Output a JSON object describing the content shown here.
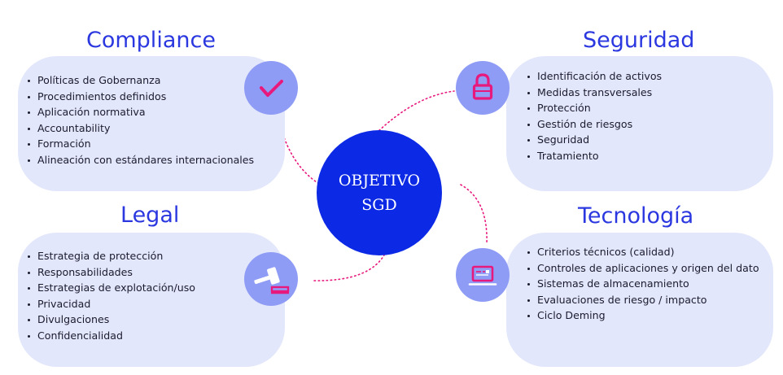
{
  "center": {
    "line1": "OBJETIVO",
    "line2": "SGD"
  },
  "colors": {
    "title": "#2b38e0",
    "panel": "#e3e7fb",
    "badge": "#8f9cf6",
    "icon_accent": "#e8197d",
    "center": "#0c29e6",
    "connector": "#e8197d"
  },
  "sections": {
    "compliance": {
      "title": "Compliance",
      "icon": "checkmark-icon",
      "items": [
        "Políticas de Gobernanza",
        "Procedimientos definidos",
        "Aplicación normativa",
        "Accountability",
        "Formación",
        "Alineación con estándares internacionales"
      ]
    },
    "seguridad": {
      "title": "Seguridad",
      "icon": "padlock-icon",
      "items": [
        "Identificación de activos",
        "Medidas transversales",
        "Protección",
        "Gestión de riesgos",
        "Seguridad",
        "Tratamiento"
      ]
    },
    "legal": {
      "title": "Legal",
      "icon": "gavel-icon",
      "items": [
        "Estrategia de protección",
        "Responsabilidades",
        "Estrategias de explotación/uso",
        "Privacidad",
        "Divulgaciones",
        "Confidencialidad"
      ]
    },
    "tecnologia": {
      "title": "Tecnología",
      "icon": "laptop-icon",
      "items": [
        "Criterios técnicos (calidad)",
        "Controles de aplicaciones y origen del dato",
        "Sistemas de almacenamiento",
        "Evaluaciones de riesgo / impacto",
        "Ciclo Deming"
      ]
    }
  }
}
